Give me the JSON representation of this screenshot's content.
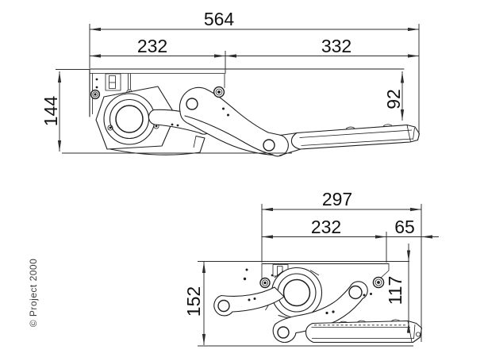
{
  "canvas": {
    "background": "#ffffff",
    "line_color": "#1e1e1e",
    "dim_color": "#2d2d2d"
  },
  "copyright": "© Project 2000",
  "extended_view": {
    "dims": {
      "total_length": "564",
      "mount_width": "232",
      "tread_reach": "332",
      "overall_height": "144",
      "tread_offset": "92"
    }
  },
  "folded_view": {
    "dims": {
      "total_depth": "297",
      "mount_width": "232",
      "overhang": "65",
      "overall_height": "152",
      "tread_offset": "117"
    }
  }
}
